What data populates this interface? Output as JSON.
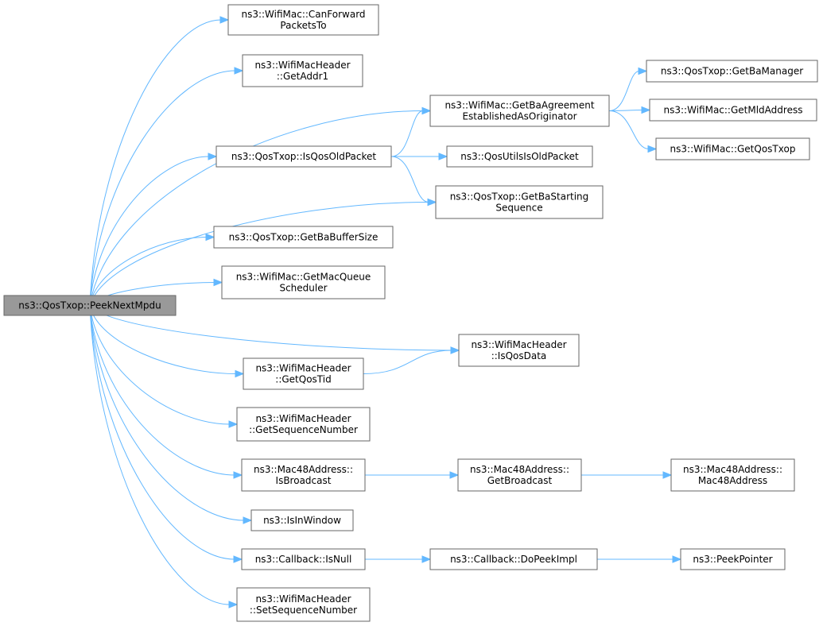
{
  "colors": {
    "edge": "#63b8ff",
    "node_border": "#666666",
    "node_fill": "#ffffff",
    "root_fill": "#999999",
    "text": "#000000"
  },
  "nodes": [
    {
      "id": "peek_next_mpdu",
      "lines": [
        "ns3::QosTxop::PeekNextMpdu"
      ],
      "root": true
    },
    {
      "id": "can_forward",
      "lines": [
        "ns3::WifiMac::CanForward",
        "PacketsTo"
      ]
    },
    {
      "id": "get_addr1",
      "lines": [
        "ns3::WifiMacHeader",
        "::GetAddr1"
      ]
    },
    {
      "id": "get_ba_agreement",
      "lines": [
        "ns3::WifiMac::GetBaAgreement",
        "EstablishedAsOriginator"
      ]
    },
    {
      "id": "is_qos_old_packet",
      "lines": [
        "ns3::QosTxop::IsQosOldPacket"
      ]
    },
    {
      "id": "get_ba_starting_seq",
      "lines": [
        "ns3::QosTxop::GetBaStarting",
        "Sequence"
      ]
    },
    {
      "id": "get_ba_buffer_size",
      "lines": [
        "ns3::QosTxop::GetBaBufferSize"
      ]
    },
    {
      "id": "get_mac_queue_scheduler",
      "lines": [
        "ns3::WifiMac::GetMacQueue",
        "Scheduler"
      ]
    },
    {
      "id": "is_qos_data",
      "lines": [
        "ns3::WifiMacHeader",
        "::IsQosData"
      ]
    },
    {
      "id": "get_qos_tid",
      "lines": [
        "ns3::WifiMacHeader",
        "::GetQosTid"
      ]
    },
    {
      "id": "get_sequence_number",
      "lines": [
        "ns3::WifiMacHeader",
        "::GetSequenceNumber"
      ]
    },
    {
      "id": "is_broadcast",
      "lines": [
        "ns3::Mac48Address::",
        "IsBroadcast"
      ]
    },
    {
      "id": "get_broadcast",
      "lines": [
        "ns3::Mac48Address::",
        "GetBroadcast"
      ]
    },
    {
      "id": "mac48_ctor",
      "lines": [
        "ns3::Mac48Address::",
        "Mac48Address"
      ]
    },
    {
      "id": "is_in_window",
      "lines": [
        "ns3::IsInWindow"
      ]
    },
    {
      "id": "callback_is_null",
      "lines": [
        "ns3::Callback::IsNull"
      ]
    },
    {
      "id": "callback_do_peek_impl",
      "lines": [
        "ns3::Callback::DoPeekImpl"
      ]
    },
    {
      "id": "peek_pointer",
      "lines": [
        "ns3::PeekPointer"
      ]
    },
    {
      "id": "set_sequence_number",
      "lines": [
        "ns3::WifiMacHeader",
        "::SetSequenceNumber"
      ]
    },
    {
      "id": "qos_utils_is_old_packet",
      "lines": [
        "ns3::QosUtilsIsOldPacket"
      ]
    },
    {
      "id": "get_ba_manager",
      "lines": [
        "ns3::QosTxop::GetBaManager"
      ]
    },
    {
      "id": "get_mld_address",
      "lines": [
        "ns3::WifiMac::GetMldAddress"
      ]
    },
    {
      "id": "get_qos_txop",
      "lines": [
        "ns3::WifiMac::GetQosTxop"
      ]
    }
  ],
  "edges": [
    {
      "from": "peek_next_mpdu",
      "to": "can_forward"
    },
    {
      "from": "peek_next_mpdu",
      "to": "get_addr1"
    },
    {
      "from": "peek_next_mpdu",
      "to": "get_ba_agreement"
    },
    {
      "from": "peek_next_mpdu",
      "to": "is_qos_old_packet"
    },
    {
      "from": "peek_next_mpdu",
      "to": "get_ba_starting_seq"
    },
    {
      "from": "peek_next_mpdu",
      "to": "get_ba_buffer_size"
    },
    {
      "from": "peek_next_mpdu",
      "to": "get_mac_queue_scheduler"
    },
    {
      "from": "peek_next_mpdu",
      "to": "is_qos_data"
    },
    {
      "from": "peek_next_mpdu",
      "to": "get_qos_tid"
    },
    {
      "from": "peek_next_mpdu",
      "to": "get_sequence_number"
    },
    {
      "from": "peek_next_mpdu",
      "to": "is_broadcast"
    },
    {
      "from": "peek_next_mpdu",
      "to": "is_in_window"
    },
    {
      "from": "peek_next_mpdu",
      "to": "callback_is_null"
    },
    {
      "from": "peek_next_mpdu",
      "to": "set_sequence_number"
    },
    {
      "from": "is_qos_old_packet",
      "to": "get_ba_agreement"
    },
    {
      "from": "is_qos_old_packet",
      "to": "qos_utils_is_old_packet"
    },
    {
      "from": "is_qos_old_packet",
      "to": "get_ba_starting_seq"
    },
    {
      "from": "get_ba_agreement",
      "to": "get_ba_manager"
    },
    {
      "from": "get_ba_agreement",
      "to": "get_mld_address"
    },
    {
      "from": "get_ba_agreement",
      "to": "get_qos_txop"
    },
    {
      "from": "get_qos_tid",
      "to": "is_qos_data"
    },
    {
      "from": "is_broadcast",
      "to": "get_broadcast"
    },
    {
      "from": "get_broadcast",
      "to": "mac48_ctor"
    },
    {
      "from": "callback_is_null",
      "to": "callback_do_peek_impl"
    },
    {
      "from": "callback_do_peek_impl",
      "to": "peek_pointer"
    }
  ]
}
